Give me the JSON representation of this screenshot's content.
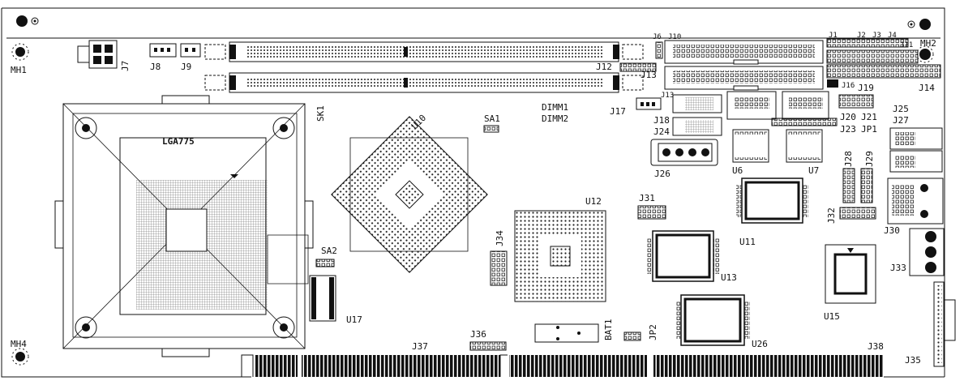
{
  "board": {
    "mounting_holes": {
      "mh1": "MH1",
      "mh2": "MH2",
      "mh4": "MH4"
    },
    "connectors": {
      "j1": "J1",
      "j2": "J2",
      "j3": "J3",
      "j4": "J4",
      "j6": "J6",
      "j7": "J7",
      "j8": "J8",
      "j9": "J9",
      "j10": "J10",
      "j11": "J11",
      "j12": "J12",
      "j13a": "J13",
      "j13b": "J13",
      "j14": "J14",
      "j16": "J16",
      "j17": "J17",
      "j18": "J18",
      "j19": "J19",
      "j20": "J20",
      "j21": "J21",
      "j23": "J23",
      "j24": "J24",
      "j25": "J25",
      "j26": "J26",
      "j27": "J27",
      "j28": "J28",
      "j29": "J29",
      "j30": "J30",
      "j31": "J31",
      "j32": "J32",
      "j33": "J33",
      "j34": "J34",
      "j35": "J35",
      "j36": "J36",
      "j37": "J37",
      "j38": "J38"
    },
    "jumpers": {
      "jp1": "JP1",
      "jp2": "JP2"
    },
    "chips": {
      "u6": "U6",
      "u7": "U7",
      "u10": "U10",
      "u11": "U11",
      "u12": "U12",
      "u13": "U13",
      "u15": "U15",
      "u17": "U17",
      "u26": "U26"
    },
    "socket": {
      "sk1": "SK1",
      "type": "LGA775"
    },
    "memory": {
      "dimm1": "DIMM1",
      "dimm2": "DIMM2"
    },
    "speakers": {
      "sa1": "SA1",
      "sa2": "SA2"
    },
    "battery": "BAT1"
  },
  "colors": {
    "outline": "#111111",
    "fill_dark": "#111111",
    "background": "#ffffff"
  }
}
